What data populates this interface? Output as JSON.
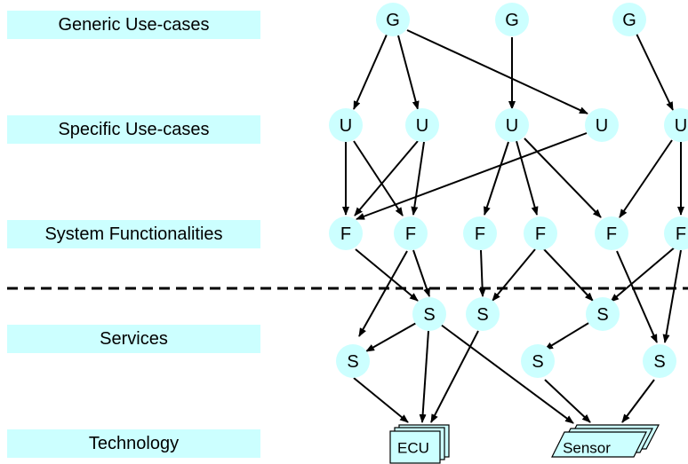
{
  "layers": [
    {
      "label": "Generic Use-cases"
    },
    {
      "label": "Specific Use-cases"
    },
    {
      "label": "System Functionalities"
    },
    {
      "label": "Services"
    },
    {
      "label": "Technology"
    }
  ],
  "nodes": {
    "generic": [
      "G",
      "G",
      "G"
    ],
    "specific": [
      "U",
      "U",
      "U",
      "U",
      "U"
    ],
    "functionality": [
      "F",
      "F",
      "F",
      "F",
      "F",
      "F"
    ],
    "service": [
      "S",
      "S",
      "S",
      "S",
      "S",
      "S"
    ]
  },
  "technology": {
    "ecu": "ECU",
    "sensor": "Sensor"
  },
  "colors": {
    "label_fill": "#ccffff",
    "node_fill": "#ccffff",
    "edge": "#000000",
    "separator": "#000000"
  }
}
